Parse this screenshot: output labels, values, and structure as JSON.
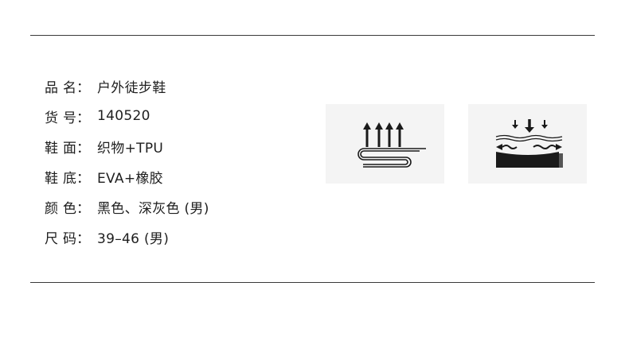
{
  "specs": [
    {
      "label": "品名",
      "value": "户外徒步鞋"
    },
    {
      "label": "货号",
      "value": "140520"
    },
    {
      "label": "鞋面",
      "value": "织物+TPU"
    },
    {
      "label": "鞋底",
      "value": "EVA+橡胶"
    },
    {
      "label": "颜色",
      "value": "黑色、深灰色 (男)"
    },
    {
      "label": "尺码",
      "value": "39–46 (男)"
    }
  ],
  "separator": "：",
  "icons": {
    "breathable": "breathable-arrows-icon",
    "cushion": "cushioning-sole-icon"
  },
  "colors": {
    "text": "#1e1e1e",
    "rule": "#3a3a3a",
    "box": "#f4f4f4",
    "icon": "#1a1a1a"
  }
}
